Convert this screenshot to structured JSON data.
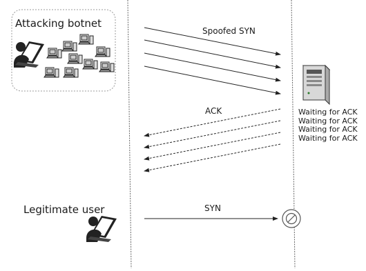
{
  "botnet": {
    "label": "Attacking botnet"
  },
  "user": {
    "label": "Legitimate user"
  },
  "messages": {
    "spoofed_syn": "Spoofed SYN",
    "ack": "ACK",
    "syn": "SYN"
  },
  "server": {
    "status_lines": [
      "Waiting for ACK",
      "Waiting for ACK",
      "Waiting for ACK",
      "Waiting for ACK"
    ]
  },
  "icons": {
    "attacker": "attacker-laptop-icon",
    "bots": "bot-computer-icon",
    "server": "server-tower-icon",
    "blocked": "blocked-icon",
    "user": "user-laptop-icon"
  },
  "colors": {
    "line": "#222222",
    "box_border": "#9a9a9a",
    "server_body": "#d8d8d8"
  }
}
